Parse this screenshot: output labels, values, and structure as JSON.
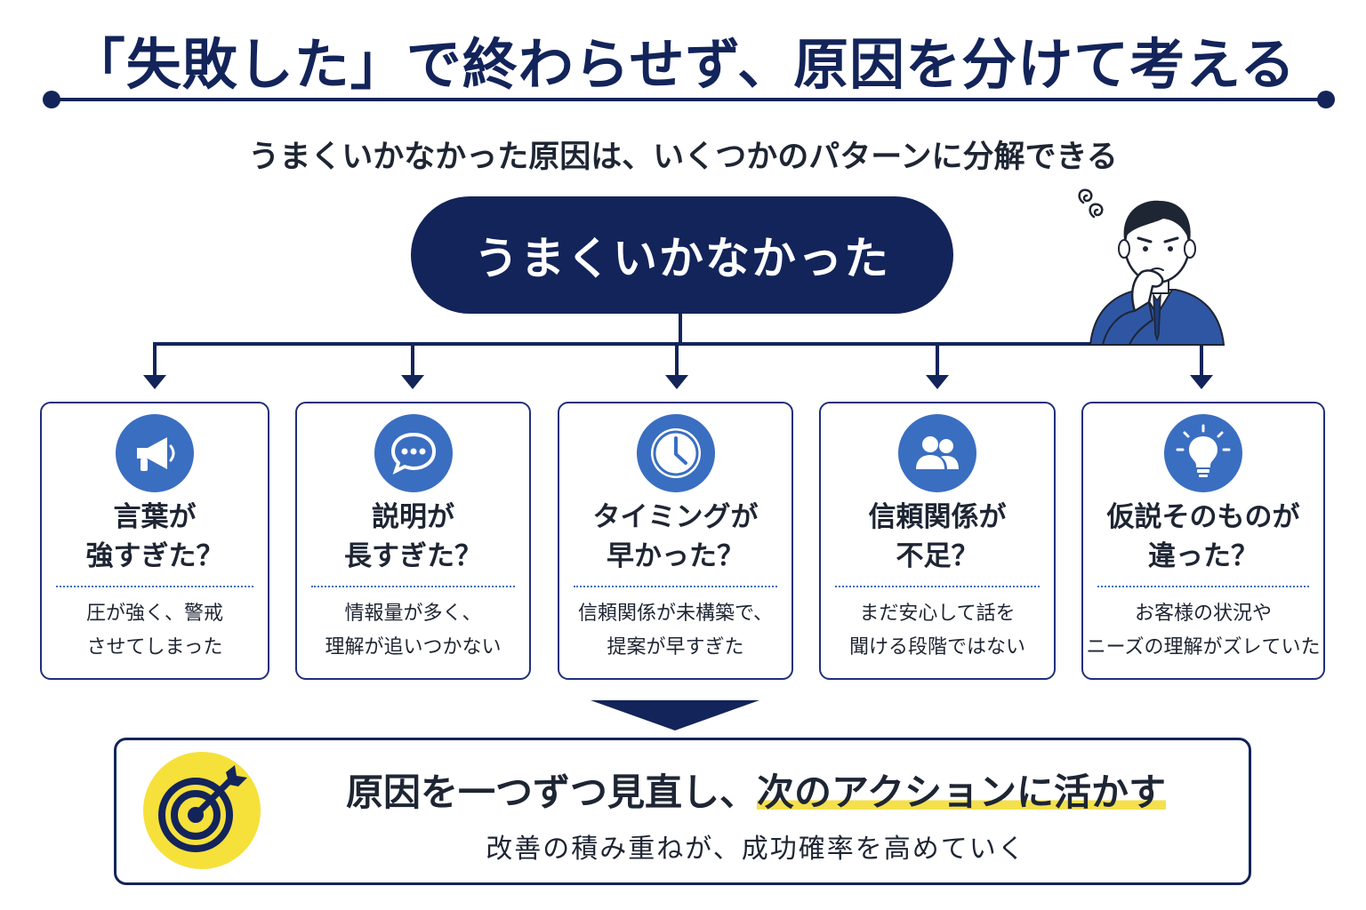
{
  "header": {
    "title": "「失敗した」で終わらせず、原因を分けて考える",
    "subtitle": "うまくいかなかった原因は、いくつかのパターンに分解できる"
  },
  "root": {
    "label": "うまくいかなかった"
  },
  "causes": [
    {
      "icon": "megaphone-icon",
      "title_line1": "言葉が",
      "title_line2": "強すぎた？",
      "desc_line1": "圧が強く、警戒",
      "desc_line2": "させてしまった"
    },
    {
      "icon": "speech-bubble-icon",
      "title_line1": "説明が",
      "title_line2": "長すぎた？",
      "desc_line1": "情報量が多く、",
      "desc_line2": "理解が追いつかない"
    },
    {
      "icon": "clock-icon",
      "title_line1": "タイミングが",
      "title_line2": "早かった？",
      "desc_line1": "信頼関係が未構築で、",
      "desc_line2": "提案が早すぎた"
    },
    {
      "icon": "people-icon",
      "title_line1": "信頼関係が",
      "title_line2": "不足？",
      "desc_line1": "まだ安心して話を",
      "desc_line2": "聞ける段階ではない"
    },
    {
      "icon": "lightbulb-icon",
      "title_line1": "仮説そのものが",
      "title_line2": "違った？",
      "desc_line1": "お客様の状況や",
      "desc_line2": "ニーズの理解がズレていた"
    }
  ],
  "conclusion": {
    "headline_part1": "原因を一つずつ見直し、",
    "headline_part2": "次のアクションに活かす",
    "subtext": "改善の積み重ねが、成功確率を高めていく",
    "icon": "target-icon"
  },
  "colors": {
    "navy": "#13245a",
    "accent_blue": "#3a6ec1",
    "highlight_yellow": "#f4e04d",
    "target_yellow": "#f6e03a"
  }
}
